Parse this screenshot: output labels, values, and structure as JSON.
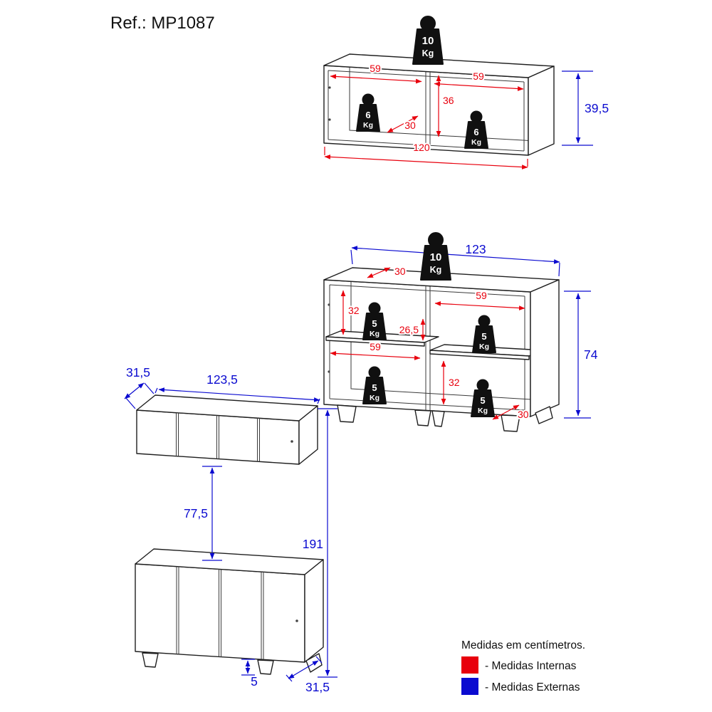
{
  "ref_label": "Ref.: MP1087",
  "legend": {
    "title": "Medidas em centímetros.",
    "internal_label": "- Medidas Internas",
    "external_label": "- Medidas Externas",
    "internal_color": "#e8000d",
    "external_color": "#0b0bd0"
  },
  "wall_cabinet": {
    "inner_width_left": "59",
    "inner_width_right": "59",
    "inner_height": "36",
    "inner_depth": "30",
    "outer_width": "120",
    "outer_height": "39,5",
    "weight_top": {
      "value": "10",
      "unit": "Kg"
    },
    "weight_left": {
      "value": "6",
      "unit": "Kg"
    },
    "weight_right": {
      "value": "6",
      "unit": "Kg"
    }
  },
  "base_cabinet": {
    "outer_width": "123",
    "outer_height": "74",
    "top_depth": "30",
    "upper_left_height": "32",
    "upper_right_width": "59",
    "shelf_gap": "26,5",
    "lower_left_width": "59",
    "lower_right_height": "32",
    "bottom_depth": "30",
    "weight_top": {
      "value": "10",
      "unit": "Kg"
    },
    "weight_upper_left": {
      "value": "5",
      "unit": "Kg"
    },
    "weight_upper_right": {
      "value": "5",
      "unit": "Kg"
    },
    "weight_lower_left": {
      "value": "5",
      "unit": "Kg"
    },
    "weight_lower_right": {
      "value": "5",
      "unit": "Kg"
    }
  },
  "closed_views": {
    "top_depth": "31,5",
    "width": "123,5",
    "wall_gap": "77,5",
    "total_height": "191",
    "foot_height": "5",
    "bottom_depth": "31,5"
  }
}
